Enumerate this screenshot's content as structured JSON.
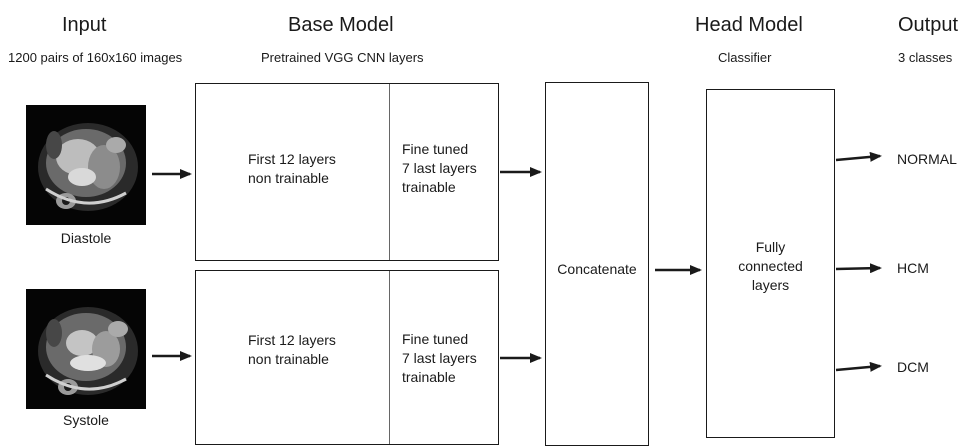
{
  "columns": {
    "input": {
      "title": "Input",
      "subtitle": "1200 pairs of 160x160 images"
    },
    "base": {
      "title": "Base Model",
      "subtitle": "Pretrained VGG CNN layers"
    },
    "head": {
      "title": "Head Model",
      "subtitle": "Classifier"
    },
    "output": {
      "title": "Output",
      "subtitle": "3 classes"
    }
  },
  "images": [
    {
      "caption": "Diastole",
      "icon": "cardiac-mri-diastole"
    },
    {
      "caption": "Systole",
      "icon": "cardiac-mri-systole"
    }
  ],
  "base_blocks": [
    {
      "frozen": "First 12 layers\nnon trainable",
      "tuned": "Fine tuned\n7 last layers\ntrainable"
    },
    {
      "frozen": "First 12 layers\nnon trainable",
      "tuned": "Fine tuned\n7 last layers\ntrainable"
    }
  ],
  "concat": {
    "label": "Concatenate"
  },
  "classifier": {
    "label": "Fully\nconnected\nlayers"
  },
  "outputs": [
    "NORMAL",
    "HCM",
    "DCM"
  ],
  "colors": {
    "stroke": "#1a1a1a",
    "background": "#ffffff"
  }
}
